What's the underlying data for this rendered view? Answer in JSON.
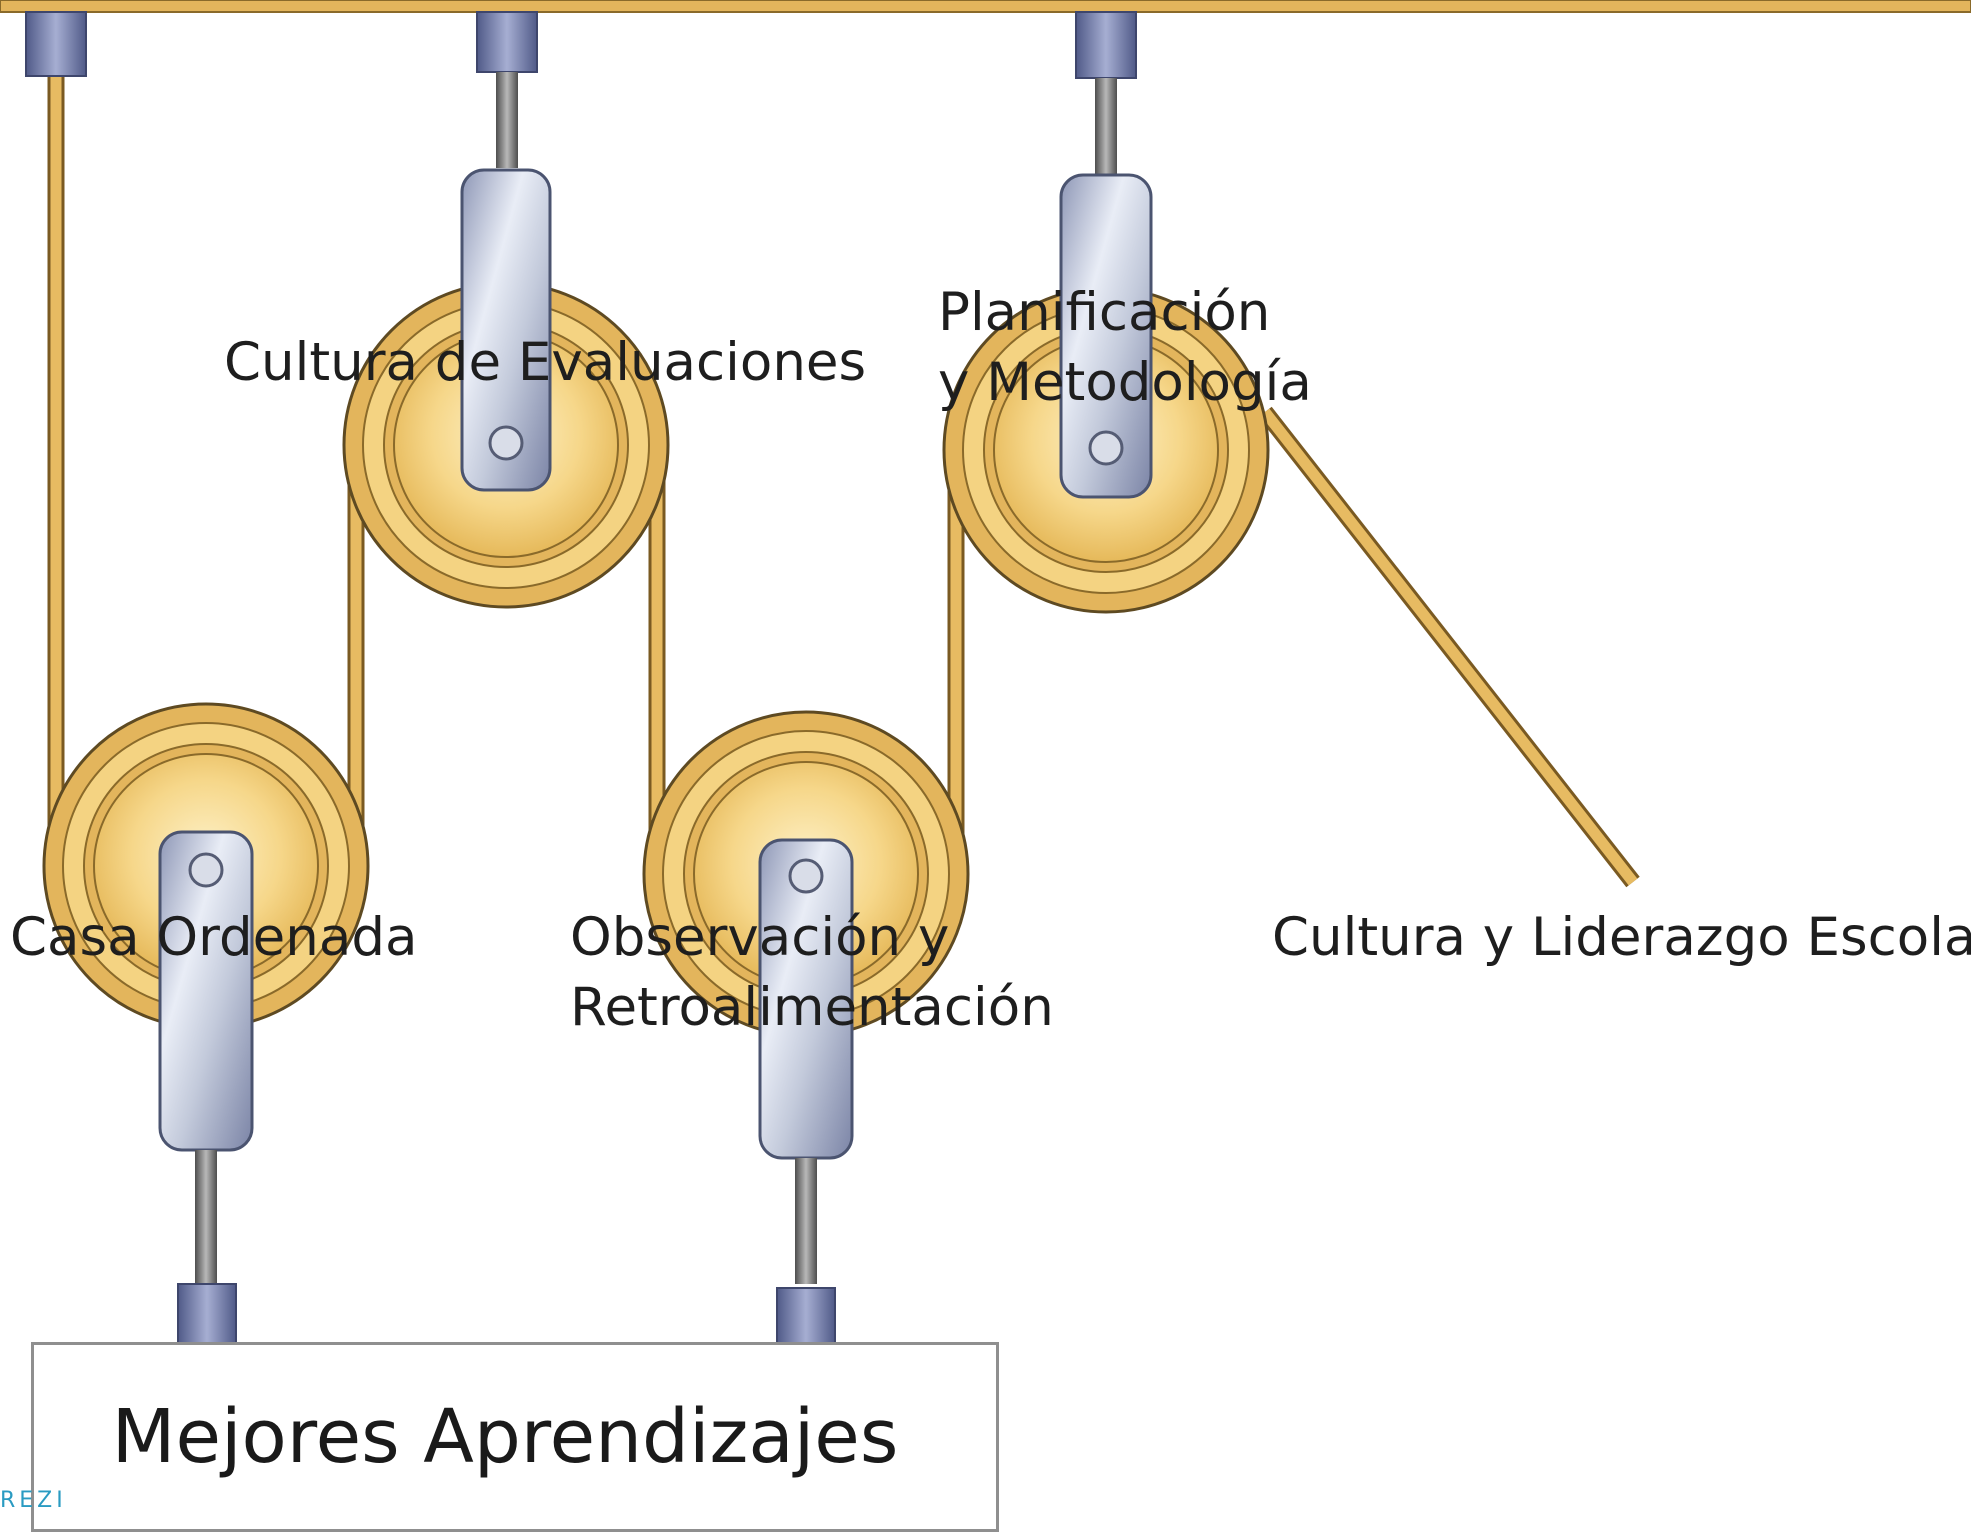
{
  "diagram": {
    "pulleys": [
      {
        "id": "cultura-evaluaciones",
        "label": "Cultura de Evaluaciones"
      },
      {
        "id": "planificacion-metodologia",
        "label_lines": [
          "Planificación",
          "y Metodología"
        ]
      },
      {
        "id": "casa-ordenada",
        "label": "Casa Ordenada"
      },
      {
        "id": "observacion-retroalimentacion",
        "label_lines": [
          "Observación y",
          "Retroalimentación"
        ]
      }
    ],
    "rope_end_label": "Cultura y Liderazgo Escolar",
    "load_label": "Mejores Aprendizajes",
    "watermark": "REZI",
    "colors": {
      "rope": "#e3b55c",
      "rope_edge": "#8a6a2a",
      "pulley_gold": "#e8be5a",
      "pulley_light": "#fbe7b0",
      "bracket": "#b9c2d6",
      "bracket_edge": "#4b5470",
      "block_end": "#6c78a8"
    }
  }
}
